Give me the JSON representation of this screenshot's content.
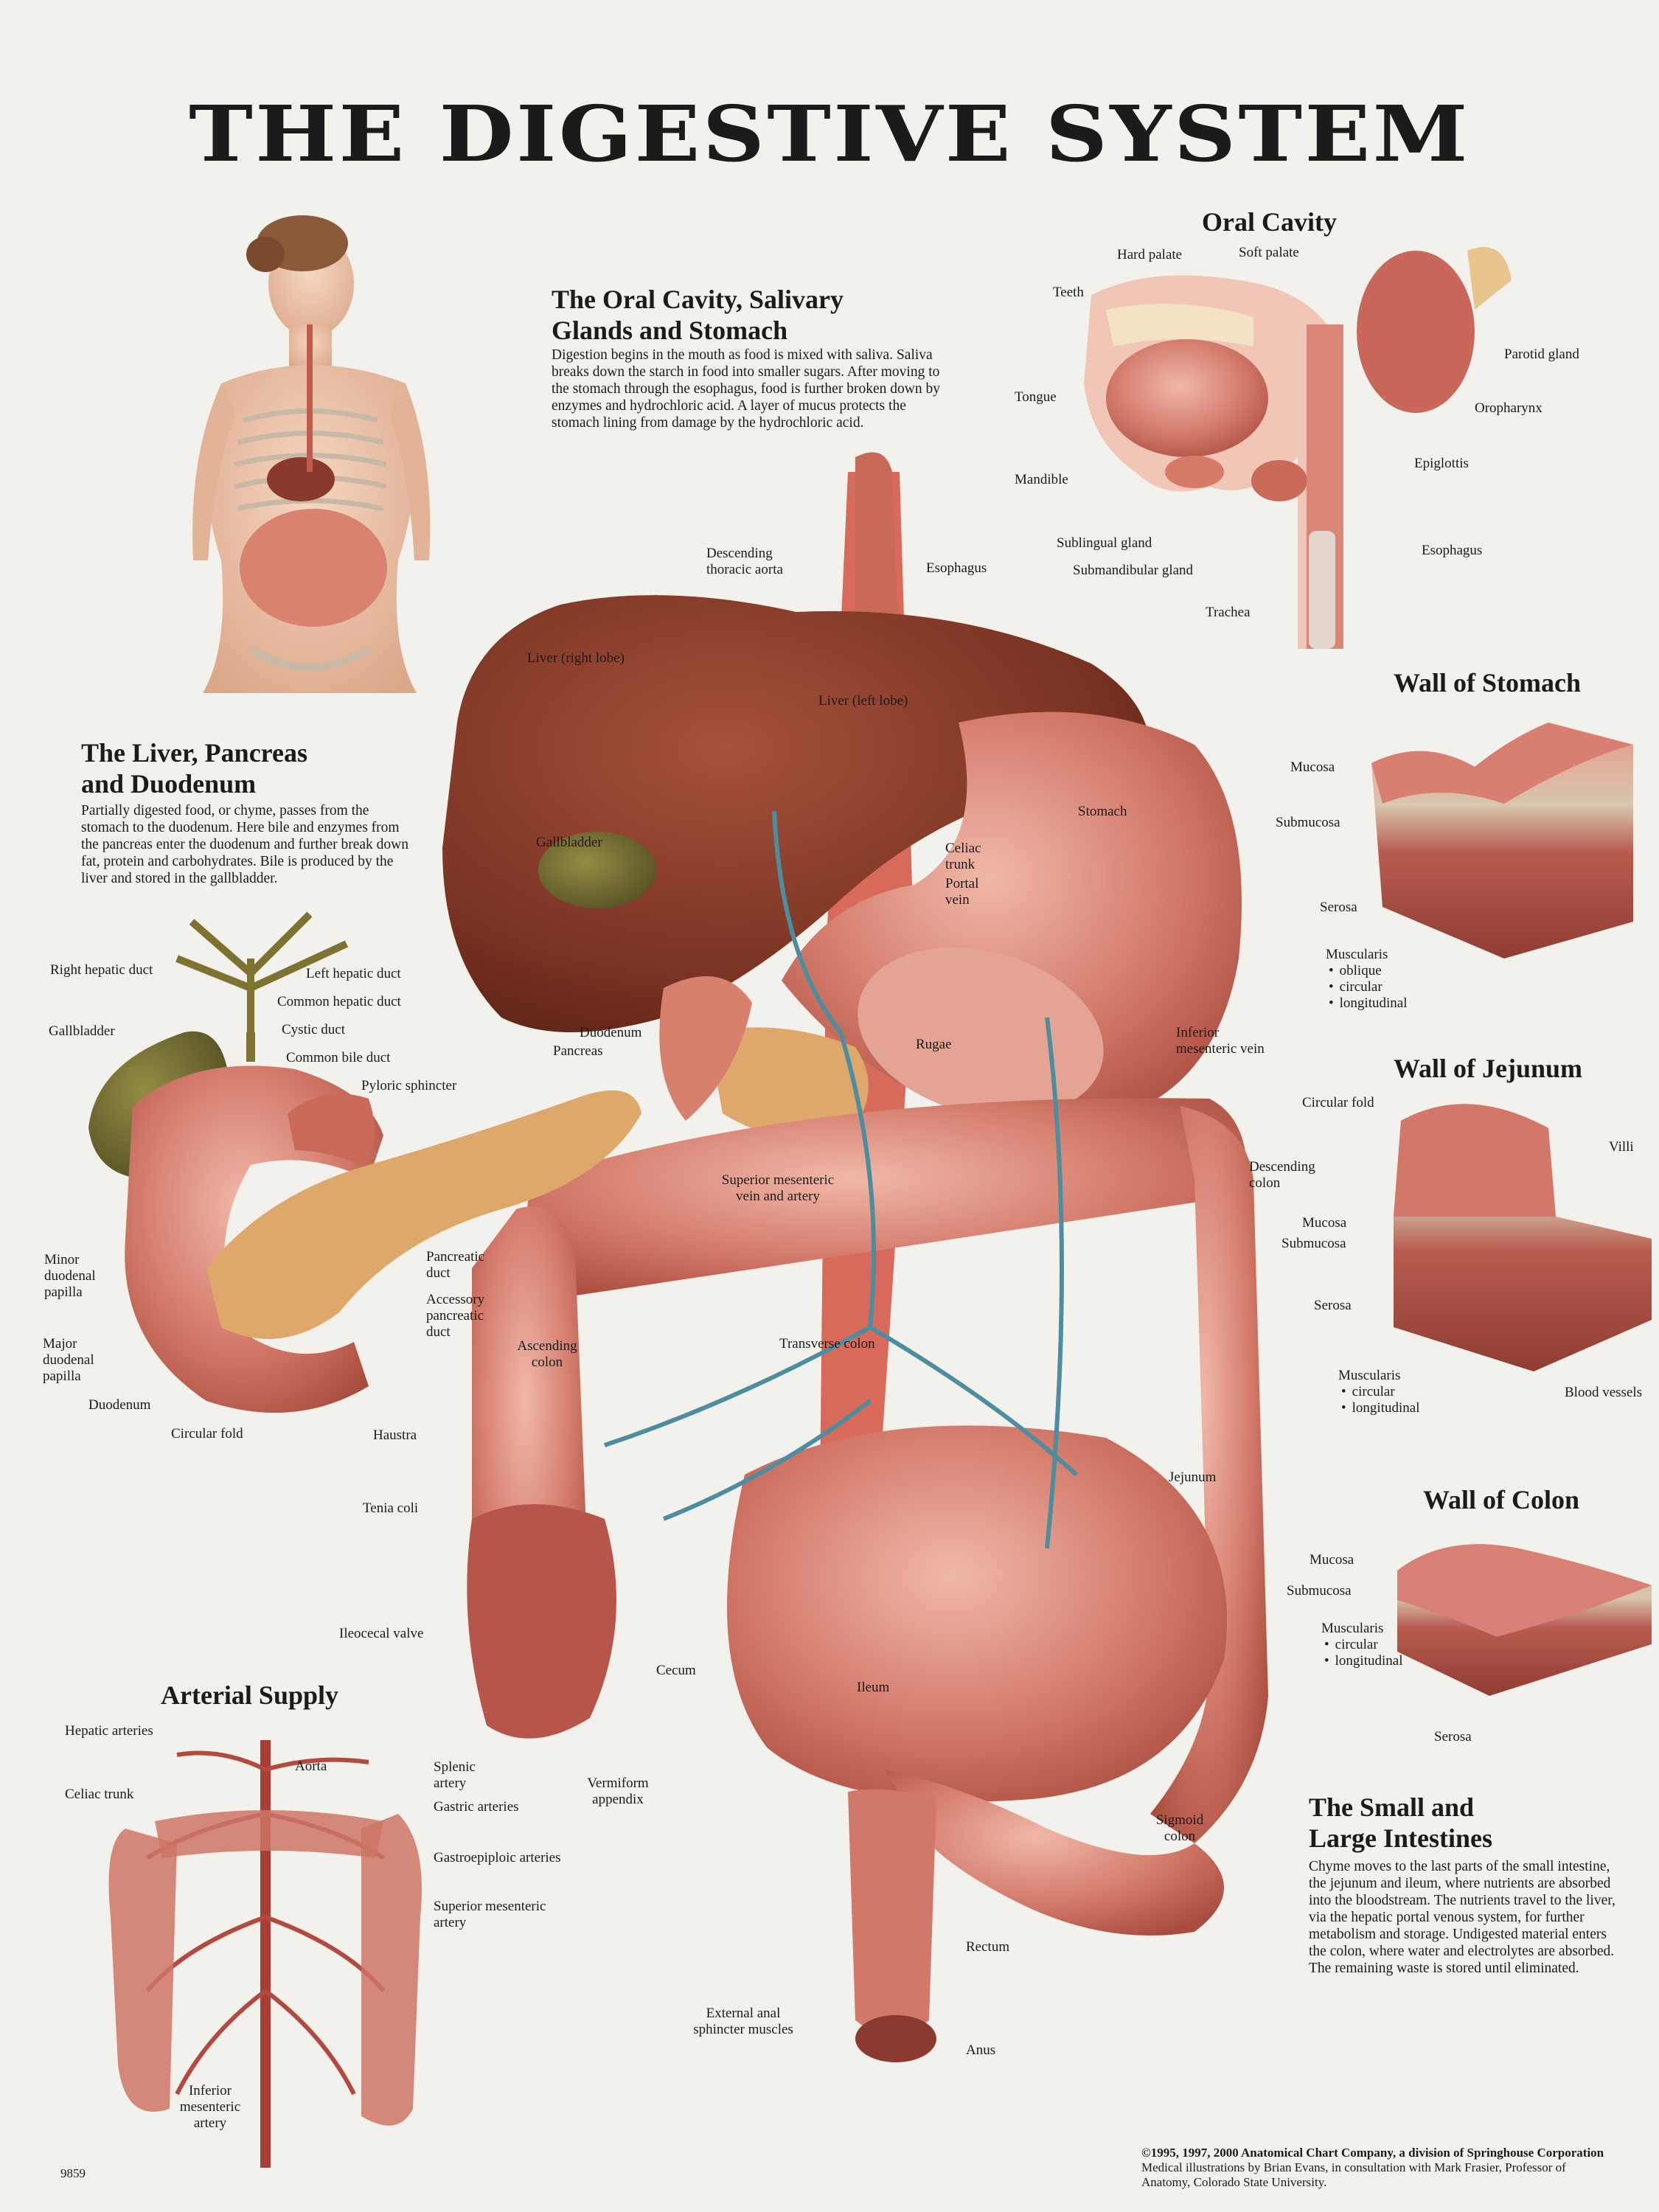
{
  "title": "THE DIGESTIVE SYSTEM",
  "chart_number": "9859",
  "colors": {
    "background": "#f3f1ec",
    "tissue": "#c8685a",
    "tissue_light": "#e7a89a",
    "liver": "#7a3322",
    "vessel_blue": "#4d8da0",
    "gallbladder": "#6e6a2e",
    "pancreas": "#dda86a"
  },
  "sections": {
    "oral_cavity_glands_stomach": {
      "heading_1": "The Oral Cavity, Salivary",
      "heading_2": "Glands and Stomach",
      "text": "Digestion begins in the mouth as food is mixed with saliva. Saliva breaks down the starch in food into smaller sugars. After moving to the stomach through the esophagus, food is further broken down by enzymes and hydrochloric acid. A layer of mucus protects the stomach lining from damage by the hydrochloric acid."
    },
    "liver_pancreas_duodenum": {
      "heading_1": "The Liver, Pancreas",
      "heading_2": "and Duodenum",
      "text": "Partially digested food, or chyme, passes from the stomach to the duodenum. Here bile and enzymes from the pancreas enter the duodenum and further break down fat, protein and carbohydrates. Bile is produced by the liver and stored in the gallbladder."
    },
    "small_large_intestines": {
      "heading_1": "The Small and",
      "heading_2": "Large Intestines",
      "text": "Chyme moves to the last parts of the small intestine, the jejunum and ileum, where nutrients are absorbed into the bloodstream. The nutrients travel to the liver, via the hepatic portal venous system, for further metabolism and storage. Undigested material enters the colon, where water and electrolytes are absorbed. The remaining waste is stored until eliminated."
    }
  },
  "oral_cavity": {
    "title": "Oral Cavity",
    "labels": {
      "hard_palate": "Hard palate",
      "soft_palate": "Soft palate",
      "teeth": "Teeth",
      "tongue": "Tongue",
      "mandible": "Mandible",
      "sublingual_gland": "Sublingual gland",
      "submandibular_gland": "Submandibular gland",
      "trachea": "Trachea",
      "parotid_gland": "Parotid gland",
      "oropharynx": "Oropharynx",
      "epiglottis": "Epiglottis",
      "esophagus": "Esophagus"
    }
  },
  "wall_of_stomach": {
    "title": "Wall of Stomach",
    "mucosa": "Mucosa",
    "submucosa": "Submucosa",
    "serosa": "Serosa",
    "muscularis": "Muscularis",
    "layers": [
      "oblique",
      "circular",
      "longitudinal"
    ]
  },
  "wall_of_jejunum": {
    "title": "Wall of Jejunum",
    "circular_fold": "Circular fold",
    "villi": "Villi",
    "mucosa": "Mucosa",
    "submucosa": "Submucosa",
    "serosa": "Serosa",
    "muscularis": "Muscularis",
    "layers": [
      "circular",
      "longitudinal"
    ],
    "blood_vessels": "Blood vessels"
  },
  "wall_of_colon": {
    "title": "Wall of Colon",
    "mucosa": "Mucosa",
    "submucosa": "Submucosa",
    "muscularis": "Muscularis",
    "layers": [
      "circular",
      "longitudinal"
    ],
    "serosa": "Serosa"
  },
  "main_labels": {
    "descending_thoracic_aorta_1": "Descending",
    "descending_thoracic_aorta_2": "thoracic aorta",
    "esophagus": "Esophagus",
    "liver_right_lobe": "Liver (right lobe)",
    "liver_left_lobe": "Liver (left lobe)",
    "stomach": "Stomach",
    "gallbladder": "Gallbladder",
    "celiac_trunk_1": "Celiac",
    "celiac_trunk_2": "trunk",
    "portal_vein_1": "Portal",
    "portal_vein_2": "vein",
    "duodenum": "Duodenum",
    "pancreas": "Pancreas",
    "rugae": "Rugae",
    "inferior_mesenteric_vein_1": "Inferior",
    "inferior_mesenteric_vein_2": "mesenteric vein",
    "sup_mes_vein_1": "Superior mesenteric",
    "sup_mes_vein_2": "vein and artery",
    "descending_colon_1": "Descending",
    "descending_colon_2": "colon",
    "ascending_colon_1": "Ascending",
    "ascending_colon_2": "colon",
    "transverse_colon": "Transverse colon",
    "haustra": "Haustra",
    "tenia_coli": "Tenia coli",
    "jejunum": "Jejunum",
    "ileocecal_valve": "Ileocecal valve",
    "cecum": "Cecum",
    "ileum": "Ileum",
    "vermiform_appendix_1": "Vermiform",
    "vermiform_appendix_2": "appendix",
    "sigmoid_colon_1": "Sigmoid",
    "sigmoid_colon_2": "colon",
    "rectum": "Rectum",
    "external_anal_1": "External anal",
    "external_anal_2": "sphincter muscles",
    "anus": "Anus"
  },
  "liver_detail": {
    "right_hepatic_duct": "Right hepatic duct",
    "left_hepatic_duct": "Left hepatic duct",
    "common_hepatic_duct": "Common hepatic duct",
    "gallbladder": "Gallbladder",
    "cystic_duct": "Cystic duct",
    "common_bile_duct": "Common bile duct",
    "pyloric_sphincter": "Pyloric sphincter",
    "minor_papilla_1": "Minor",
    "minor_papilla_2": "duodenal",
    "minor_papilla_3": "papilla",
    "major_papilla_1": "Major",
    "major_papilla_2": "duodenal",
    "major_papilla_3": "papilla",
    "pancreatic_duct_1": "Pancreatic",
    "pancreatic_duct_2": "duct",
    "accessory_duct_1": "Accessory",
    "accessory_duct_2": "pancreatic",
    "accessory_duct_3": "duct",
    "duodenum": "Duodenum",
    "circular_fold": "Circular fold"
  },
  "arterial_supply": {
    "title": "Arterial Supply",
    "hepatic_arteries": "Hepatic arteries",
    "aorta": "Aorta",
    "celiac_trunk": "Celiac trunk",
    "splenic_artery_1": "Splenic",
    "splenic_artery_2": "artery",
    "gastric_arteries": "Gastric arteries",
    "gastroepiploic_arteries": "Gastroepiploic arteries",
    "superior_mesenteric_1": "Superior mesenteric",
    "superior_mesenteric_2": "artery",
    "inferior_mesenteric_1": "Inferior",
    "inferior_mesenteric_2": "mesenteric",
    "inferior_mesenteric_3": "artery"
  },
  "footer": {
    "line1": "©1995, 1997, 2000 Anatomical Chart Company, a division of Springhouse Corporation",
    "line2": "Medical illustrations by Brian Evans, in consultation with Mark Frasier, Professor of",
    "line3": "Anatomy, Colorado State University."
  }
}
